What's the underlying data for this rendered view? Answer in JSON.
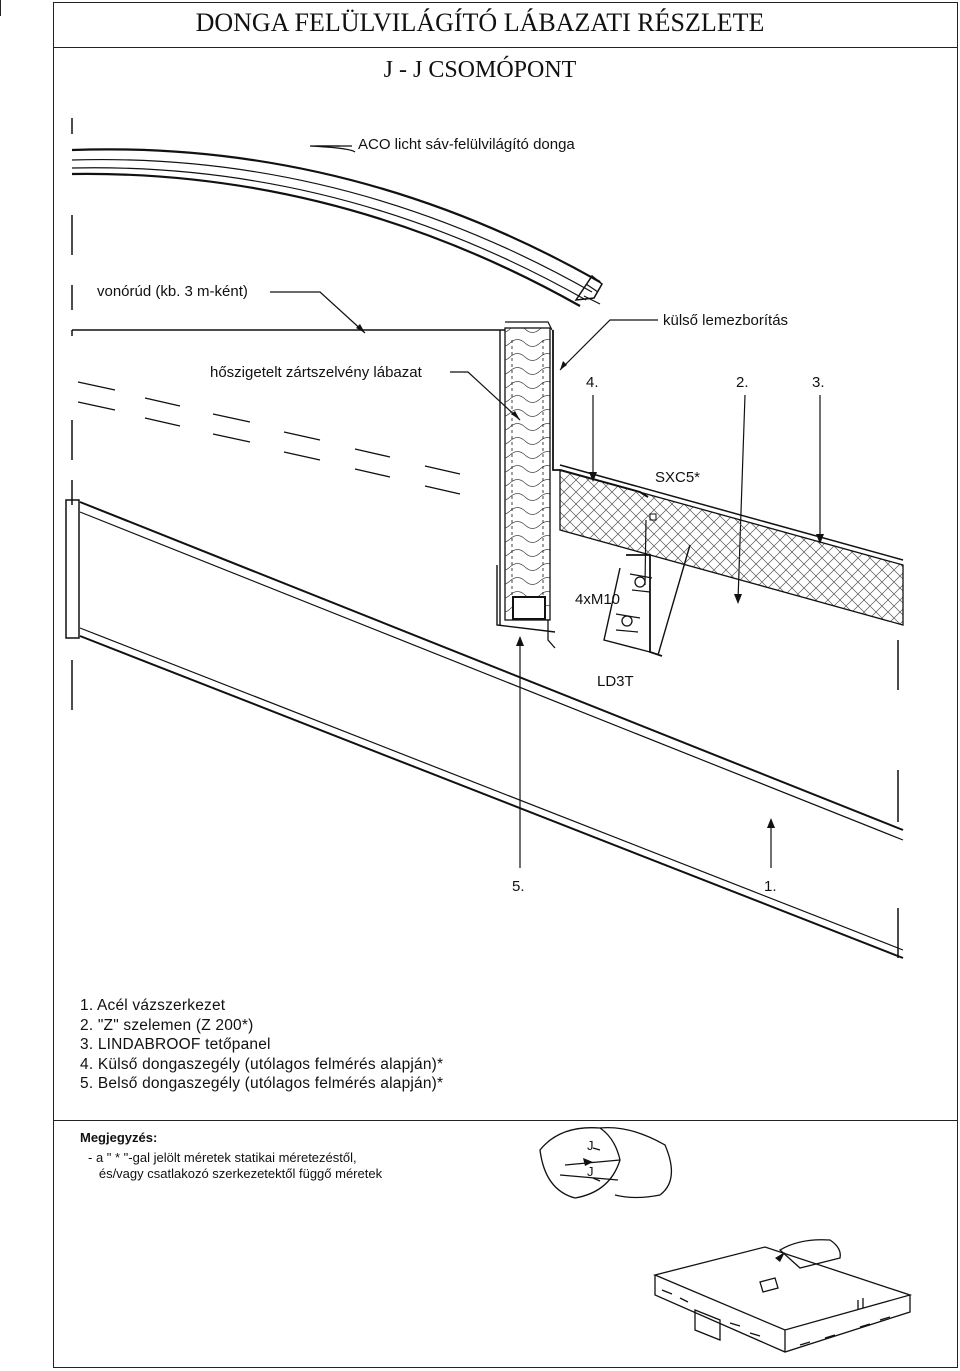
{
  "title": {
    "main": "DONGA FELÜLVILÁGÍTÓ LÁBAZATI RÉSZLETE",
    "sub": "J - J  CSOMÓPONT"
  },
  "labels": {
    "aco": "ACO licht sáv-felülvilágító donga",
    "vonorud": "vonórúd (kb. 3 m-ként)",
    "kulso": "külső lemezborítás",
    "hoszigetelt": "hőszigetelt zártszelvény lábazat",
    "n4": "4.",
    "n2": "2.",
    "n3": "3.",
    "sxc": "SXC5*",
    "m10": "4xM10",
    "ld3t": "LD3T",
    "n5": "5.",
    "n1": "1."
  },
  "legend": [
    "1.  Acél vázszerkezet",
    "2.  \"Z\" szelemen (Z 200*)",
    "3.  LINDABROOF tetőpanel",
    "4.  Külső dongaszegély (utólagos felmérés alapján)*",
    "5.  Belső dongaszegély (utólagos felmérés alapján)*"
  ],
  "note": {
    "title": "Megjegyzés:",
    "line1": "- a \" * \"-gal jelölt méretek statikai méretezéstől,",
    "line2": "   és/vagy csatlakozó szerkezetektől függő méretek"
  },
  "section_marks": {
    "top": "J",
    "bottom": "J"
  }
}
